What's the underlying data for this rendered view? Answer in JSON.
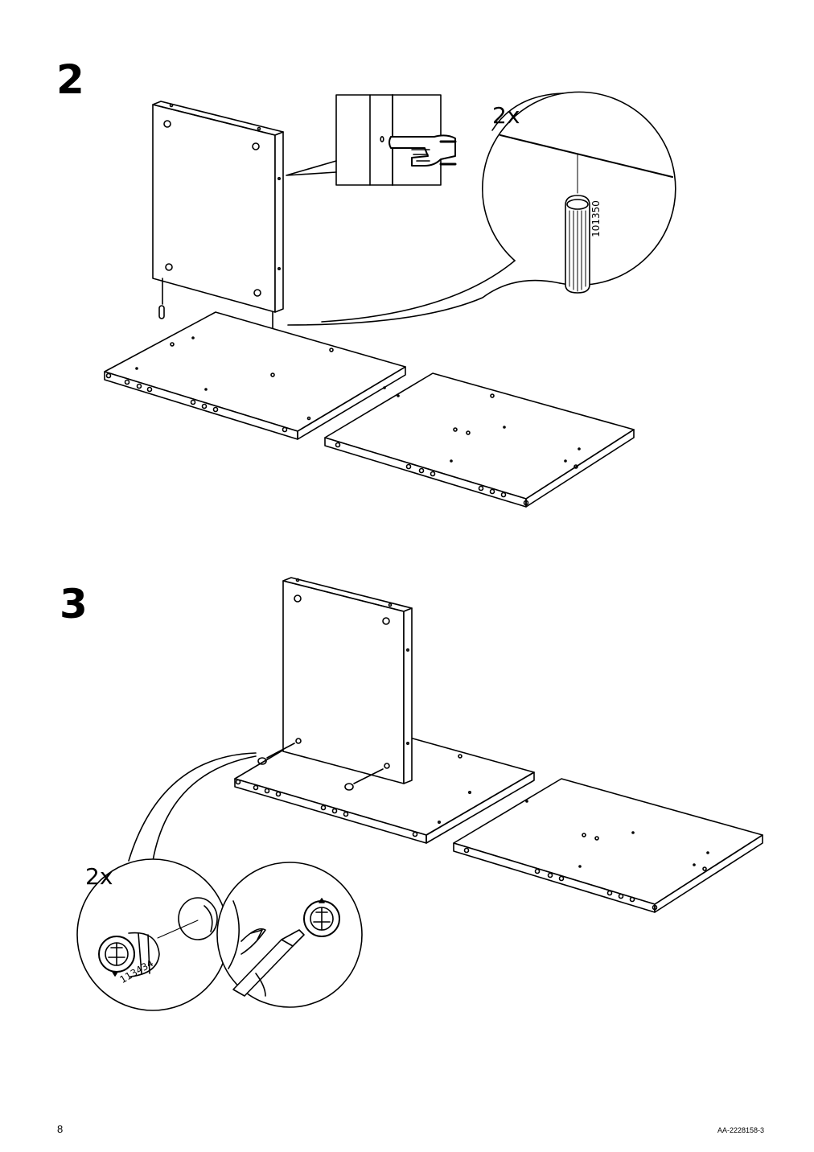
{
  "steps": [
    {
      "number": "2",
      "quantity": "2x",
      "part_number": "101350"
    },
    {
      "number": "3",
      "quantity": "2x",
      "part_number": "113434"
    }
  ],
  "footer": {
    "page_number": "8",
    "document_id": "AA-2228158-3"
  }
}
